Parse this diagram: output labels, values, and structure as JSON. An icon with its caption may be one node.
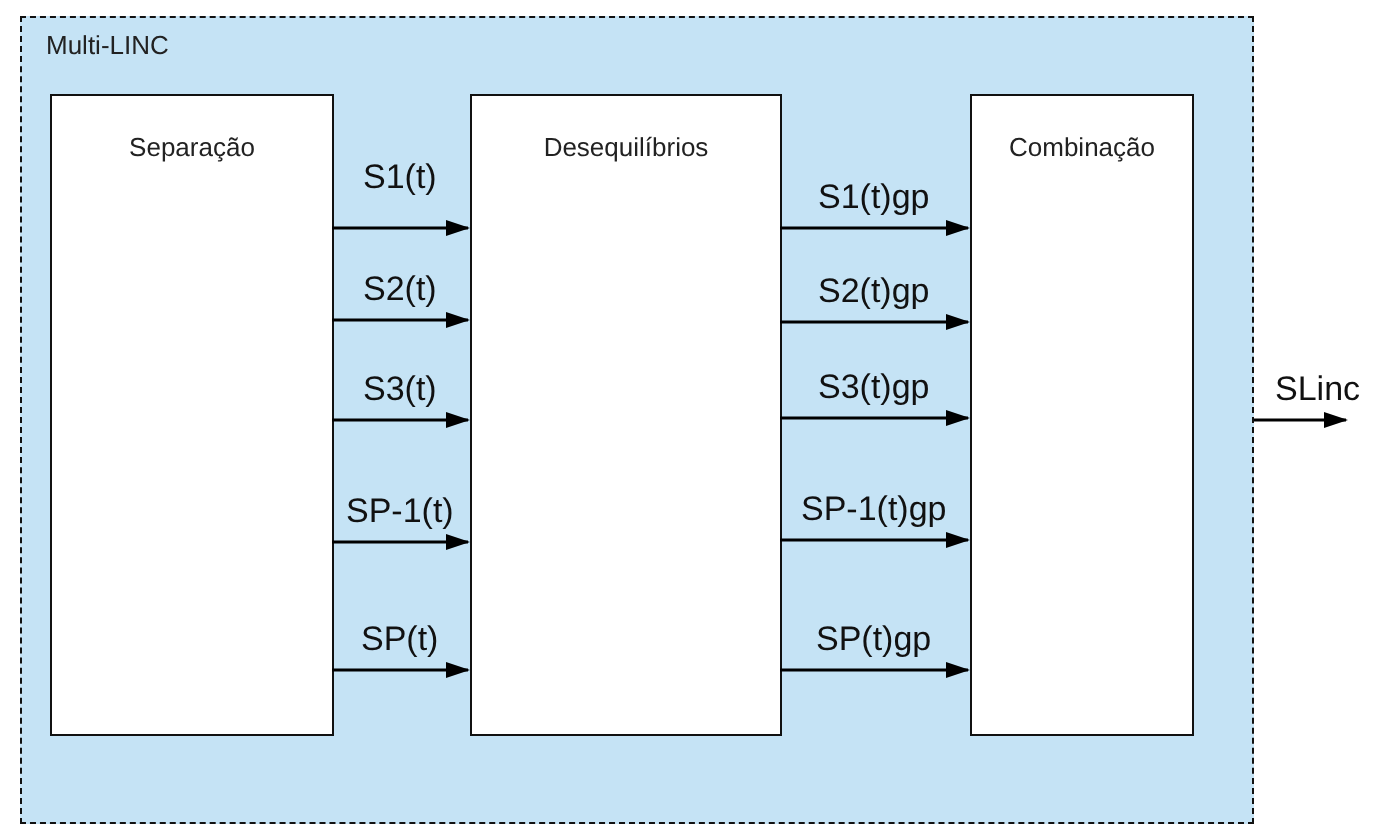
{
  "diagram": {
    "nodes": [
      {
        "text": [
          "Multi-LINC"
        ]
      },
      {
        "text": [
          "Separação"
        ],
        "in": 0
      },
      {
        "text": [
          "Desequilíbrios"
        ],
        "in": 0
      },
      {
        "text": [
          "Combinação"
        ],
        "in": 0
      }
    ],
    "edges": [
      {
        "from": 1,
        "to": 2,
        "arrow": "to",
        "label": "S1(t)"
      },
      {
        "from": 1,
        "to": 2,
        "arrow": "to",
        "label": "S2(t)"
      },
      {
        "from": 1,
        "to": 2,
        "arrow": "to",
        "label": "S3(t)"
      },
      {
        "from": 1,
        "to": 2,
        "arrow": "to",
        "label": "SP-1(t)"
      },
      {
        "from": 1,
        "to": 2,
        "arrow": "to",
        "label": "SP(t)"
      },
      {
        "from": 2,
        "to": 3,
        "arrow": "to",
        "label": "S1(t)gp"
      },
      {
        "from": 2,
        "to": 3,
        "arrow": "to",
        "label": "S2(t)gp"
      },
      {
        "from": 2,
        "to": 3,
        "arrow": "to",
        "label": "S3(t)gp"
      },
      {
        "from": 2,
        "to": 3,
        "arrow": "to",
        "label": "SP-1(t)gp"
      },
      {
        "from": 2,
        "to": 3,
        "arrow": "to",
        "label": "SP(t)gp"
      },
      {
        "from": 0,
        "to": null,
        "arrow": "to",
        "label": "SLinc"
      }
    ]
  }
}
